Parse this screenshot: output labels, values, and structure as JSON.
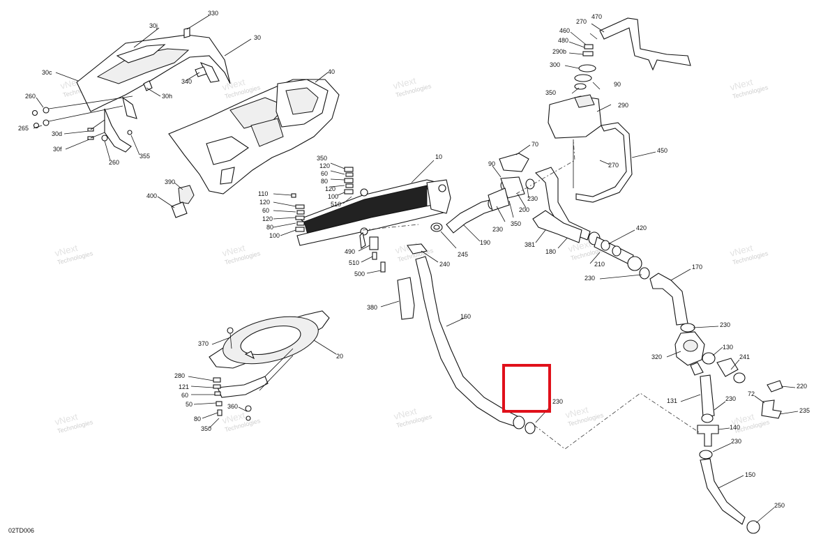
{
  "diagram": {
    "code": "02TD006",
    "watermark": [
      "vNext",
      "Technologies"
    ],
    "callouts": {
      "c30j": "30j",
      "c330": "330",
      "c30": "30",
      "c30c": "30c",
      "c30h": "30h",
      "c340": "340",
      "c260a": "260",
      "c265": "265",
      "c30d": "30d",
      "c30f": "30f",
      "c260b": "260",
      "c355": "355",
      "c40": "40",
      "c390": "390",
      "c400": "400",
      "c350a": "350",
      "c120a": "120",
      "c60a": "60",
      "c80a": "80",
      "c120b": "120",
      "c100a": "100",
      "c510a": "510",
      "c10": "10",
      "c110": "110",
      "c120c": "120",
      "c60b": "60",
      "c120d": "120",
      "c80b": "80",
      "c100b": "100",
      "c490": "490",
      "c510b": "510",
      "c500": "500",
      "c245": "245",
      "c240": "240",
      "c380": "380",
      "c190": "190",
      "c160": "160",
      "c370": "370",
      "c20": "20",
      "c280": "280",
      "c121": "121",
      "c60c": "60",
      "c50": "50",
      "c80c": "80",
      "c360": "360",
      "c350b": "350",
      "c470": "470",
      "c270a": "270",
      "c460": "460",
      "c480": "480",
      "c290b": "290b",
      "c300": "300",
      "c90a": "90",
      "c350c": "350",
      "c290": "290",
      "c70": "70",
      "c90b": "90",
      "c450": "450",
      "c270b": "270",
      "c230a": "230",
      "c200": "200",
      "c230b": "230",
      "c350d": "350",
      "c381": "381",
      "c180": "180",
      "c420": "420",
      "c210": "210",
      "c230c": "230",
      "c170": "170",
      "c230d": "230",
      "c320": "320",
      "c130": "130",
      "c241": "241",
      "c220": "220",
      "c131": "131",
      "c230e": "230",
      "c72": "72",
      "c235": "235",
      "c140": "140",
      "c230f": "230",
      "c150": "150",
      "c250": "250",
      "c230g": "230"
    },
    "highlight": {
      "color": "#e0101a"
    }
  }
}
